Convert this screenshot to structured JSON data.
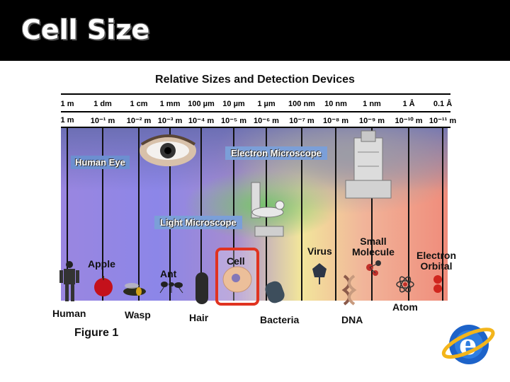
{
  "slide": {
    "title": "Cell Size"
  },
  "figure": {
    "title": "Relative Sizes and Detection Devices",
    "caption": "Figure 1",
    "scale_top": [
      "1 m",
      "1 dm",
      "1 cm",
      "1 mm",
      "100 µm",
      "10 µm",
      "1 µm",
      "100 nm",
      "10 nm",
      "1 nm",
      "1 Å",
      "0.1 Å"
    ],
    "scale_bottom": [
      "1 m",
      "10⁻¹ m",
      "10⁻² m",
      "10⁻³ m",
      "10⁻⁴ m",
      "10⁻⁵ m",
      "10⁻⁶ m",
      "10⁻⁷ m",
      "10⁻⁸ m",
      "10⁻⁹ m",
      "10⁻¹⁰ m",
      "10⁻¹¹ m"
    ],
    "devices": {
      "human_eye": "Human Eye",
      "light_microscope": "Light Microscope",
      "electron_microscope": "Electron Microscope"
    },
    "objects": {
      "human": "Human",
      "apple": "Apple",
      "wasp": "Wasp",
      "ant": "Ant",
      "hair": "Hair",
      "cell": "Cell",
      "bacteria": "Bacteria",
      "virus": "Virus",
      "dna": "DNA",
      "small_molecule": "Small\nMolecule",
      "atom": "Atom",
      "electron_orbital": "Electron\nOrbital"
    },
    "highlight_color": "#e03320"
  },
  "logo": {
    "icon": "internet-explorer-logo-icon"
  }
}
